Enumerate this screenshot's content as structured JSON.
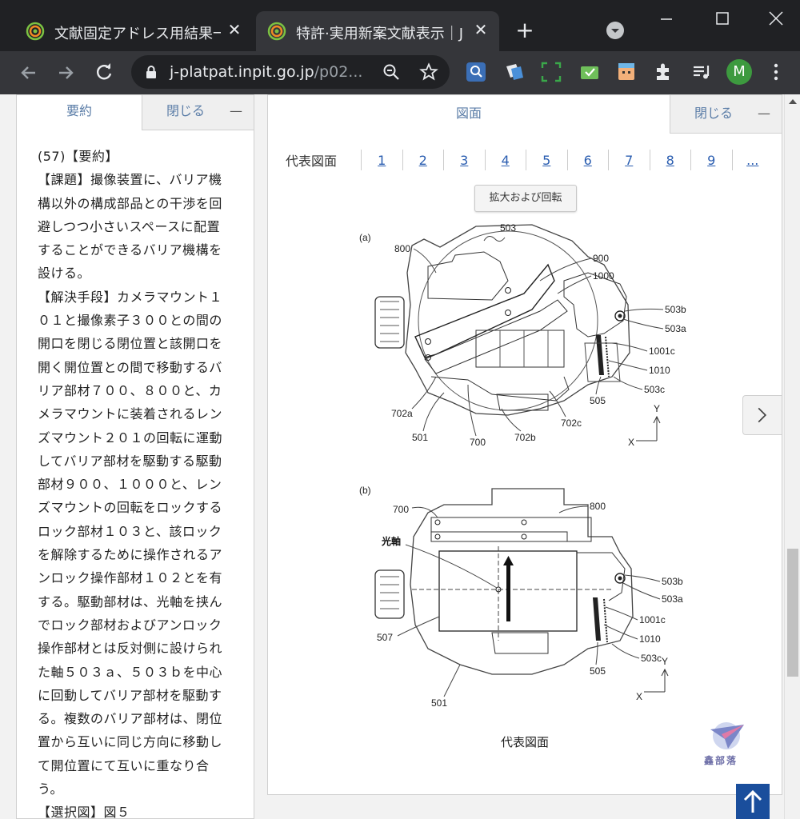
{
  "browser": {
    "tabs": [
      {
        "title": "文献固定アドレス用結果一",
        "active": false
      },
      {
        "title": "特許·実用新案文献表示｜J",
        "active": true
      }
    ],
    "url_host": "j-platpat.inpit.go.jp",
    "url_path": "/p02...",
    "profile_initial": "M",
    "accent_colors": {
      "tabstrip": "#202124",
      "toolbar": "#35363a",
      "profile": "#3d9a3f"
    }
  },
  "left_panel": {
    "tab_abstract": "要約",
    "tab_close": "閉じる",
    "tab_minimize": "—",
    "abstract_lines": [
      "(57)【要約】",
      "【課題】撮像装置に、バリア機",
      "構以外の構成部品との干渉を回",
      "避しつつ小さいスペースに配置",
      "することができるバリア機構を",
      "設ける。",
      "【解決手段】カメラマウント１",
      "０１と撮像素子３００との間の",
      "開口を閉じる閉位置と該開口を",
      "開く開位置との間で移動するバ",
      "リア部材７００、８００と、カ",
      "メラマウントに装着されるレン",
      "ズマウント２０１の回転に運動",
      "してバリア部材を駆動する駆動",
      "部材９００、１０００と、レン",
      "ズマウントの回転をロックする",
      "ロック部材１０３と、該ロック",
      "を解除するために操作されるア",
      "ンロック操作部材１０２とを有",
      "する。駆動部材は、光軸を挟ん",
      "でロック部材およびアンロック",
      "操作部材とは反対側に設けられ",
      "た軸５０３ａ、５０３ｂを中心",
      "に回動してバリア部材を駆動す",
      "る。複数のバリア部材は、閉位",
      "置から互いに同じ方向に移動し",
      "て開位置にて互いに重なり合",
      "う。",
      "【選択図】図５"
    ]
  },
  "right_panel": {
    "tab_drawing": "図面",
    "tab_close": "閉じる",
    "tab_minimize": "—",
    "fig_nav_label": "代表図面",
    "fig_numbers": [
      "1",
      "2",
      "3",
      "4",
      "5",
      "6",
      "7",
      "8",
      "9",
      "..."
    ],
    "zoom_rotate_button": "拡大および回転",
    "caption": "代表図面",
    "drawing_labels": {
      "a": "(a)",
      "b": "(b)",
      "l503": "503",
      "l800": "800",
      "l900": "900",
      "l1000": "1000",
      "l503b": "503b",
      "l503a": "503a",
      "l1001c": "1001c",
      "l1010": "1010",
      "l503c": "503c",
      "l505": "505",
      "l702a": "702a",
      "l702c": "702c",
      "l501": "501",
      "l700": "700",
      "l702b": "702b",
      "Y": "Y",
      "X": "X",
      "b700": "700",
      "b800": "800",
      "axis": "光軸",
      "b503b": "503b",
      "b503a": "503a",
      "b1001c": "1001c",
      "b1010": "1010",
      "b507": "507",
      "b505": "505",
      "b503c": "503c",
      "b501": "501",
      "bY": "Y",
      "bX": "X"
    }
  },
  "watermark": {
    "text": "鑫部落"
  }
}
